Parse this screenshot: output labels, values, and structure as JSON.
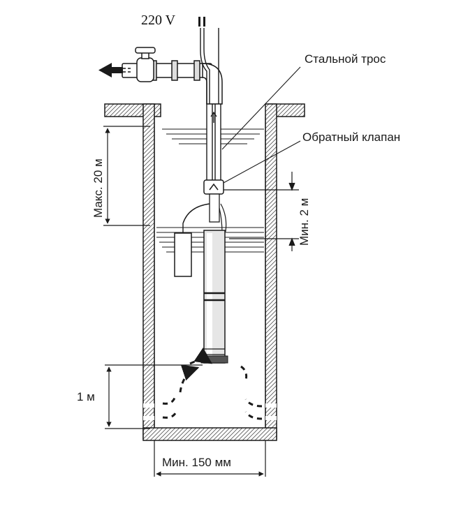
{
  "labels": {
    "voltage": "220 V",
    "steel_cable": "Стальной трос",
    "check_valve": "Обратный клапан",
    "max_depth": "Макс. 20 м",
    "min_depth": "Мин. 2 м",
    "bottom_gap": "1 м",
    "min_diameter": "Мин. 150 мм"
  },
  "colors": {
    "line": "#1a1a1a",
    "hatch": "#6b6b6b",
    "pump_body": "#e6e6e6"
  }
}
